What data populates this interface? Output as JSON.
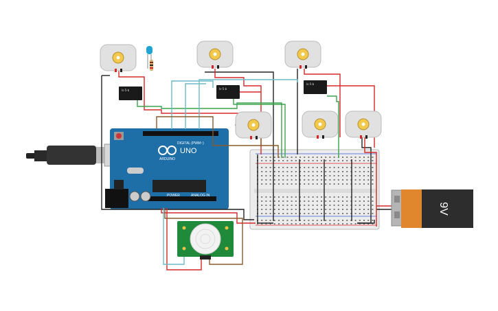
{
  "board": {
    "model_label": "UNO",
    "brand_label": "ARDUINO",
    "digital_label": "DIGITAL (PWM~)",
    "power_label": "POWER",
    "analog_label": "ANALOG IN",
    "color": "#1e6ea8"
  },
  "battery": {
    "label": "9V",
    "color": "#e0872e"
  },
  "relays": [
    {
      "label": "ls-5-b"
    },
    {
      "label": "ls-5-b"
    },
    {
      "label": "ls-5-b"
    }
  ],
  "pir": {
    "color": "#1f8a3a"
  },
  "colors": {
    "wire_red": "#d62828",
    "wire_black": "#222222",
    "wire_green": "#3aa44a",
    "wire_cyan": "#6bbcc8",
    "wire_brown": "#8b5a2b",
    "motor_body": "#e1e1e1",
    "motor_hub": "#f2c94c"
  }
}
